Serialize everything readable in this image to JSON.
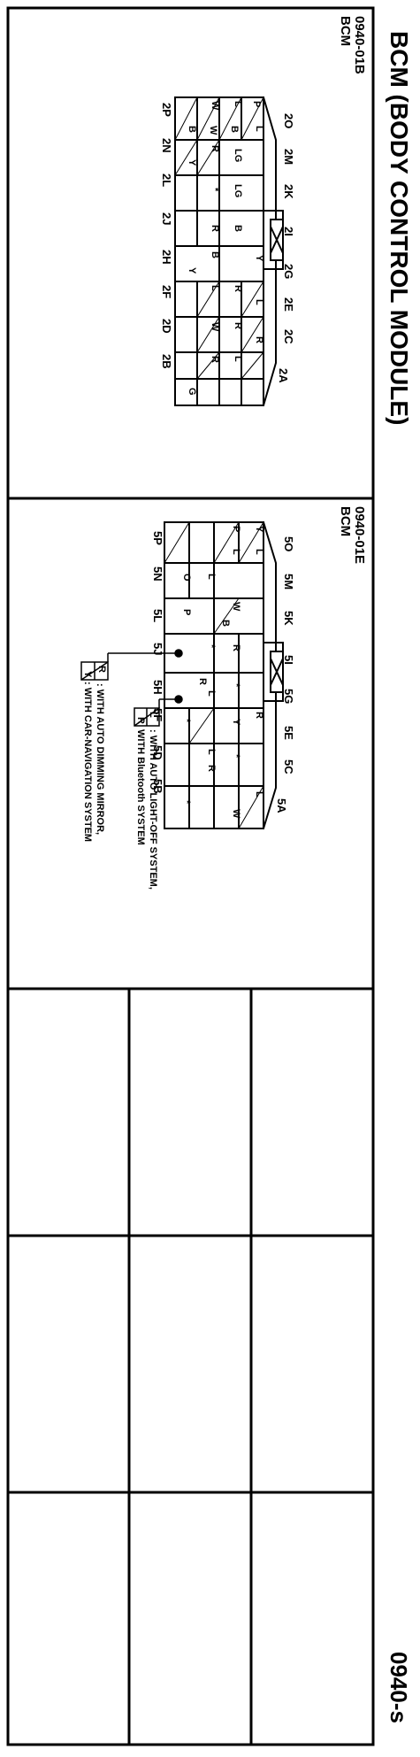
{
  "page": {
    "title": "BCM (BODY CONTROL MODULE)",
    "page_code": "0940-s"
  },
  "connector_1": {
    "code": "0940-01B",
    "name": "BCM",
    "top_pins": [
      "2O",
      "2M",
      "2K",
      "2I",
      "2G",
      "2E",
      "2C",
      "2A"
    ],
    "bottom_pins": [
      "2P",
      "2N",
      "2L",
      "2J",
      "2H",
      "2F",
      "2D",
      "2B"
    ],
    "cells": {
      "c0_0": "P",
      "c0_1": "L",
      "c0_2": "W",
      "c1_0": "L",
      "c1_1": "B",
      "c1_2": "B",
      "c1_3": "W",
      "c2_0": "R",
      "c2_1": "Y",
      "c2_2": "LG",
      "c3_0": "*",
      "c3_1": "LG",
      "c4_0": "R",
      "c4_1": "B",
      "c5_0": "B",
      "c5_1": "Y",
      "c5_2": "Y",
      "c6_0": "R",
      "c6_1": "L",
      "c6_2": "L",
      "c7_0": "W",
      "c7_1": "R",
      "c7_2": "R",
      "c8_0": "L",
      "c8_1": "R",
      "c8_2": "G"
    }
  },
  "connector_2": {
    "code": "0940-01E",
    "name": "BCM",
    "top_pins": [
      "5O",
      "5M",
      "5K",
      "5I",
      "5G",
      "5E",
      "5C",
      "5A"
    ],
    "bottom_pins": [
      "5P",
      "5N",
      "5L",
      "5J",
      "5H",
      "5F",
      "5D",
      "5B"
    ],
    "cells": {
      "d0_0": "Y",
      "d0_1": "L",
      "d1_0": "P",
      "d1_1": "L",
      "d1_2": "O",
      "d2_0": "L",
      "d2_1": "W",
      "d2_2": "B",
      "d2_3": "P",
      "d3_0": "R",
      "d3_1": "*",
      "d4_0": "*",
      "d4_1": "R",
      "d4_2": "L",
      "d5_0": "R",
      "d5_1": "Y",
      "d5_2": "*",
      "d6_0": "*",
      "d6_1": "L",
      "d6_2": "R",
      "d7_0": "*",
      "d7_1": "L",
      "d7_2": "W"
    }
  },
  "notes": {
    "legend1_top": "L",
    "legend1_bottom": "R",
    "legend1_line1": ": WITH AUTO LIGHT-OFF SYSTEM,",
    "legend1_line2": "WITH Bluetooth SYSTEM",
    "legend2_top": "R",
    "legend2_bottom": "Y",
    "legend2_line1": ": WITH AUTO DIMMING MIRROR,",
    "legend2_line2": ": WITH CAR-NAVIGATION SYSTEM"
  }
}
